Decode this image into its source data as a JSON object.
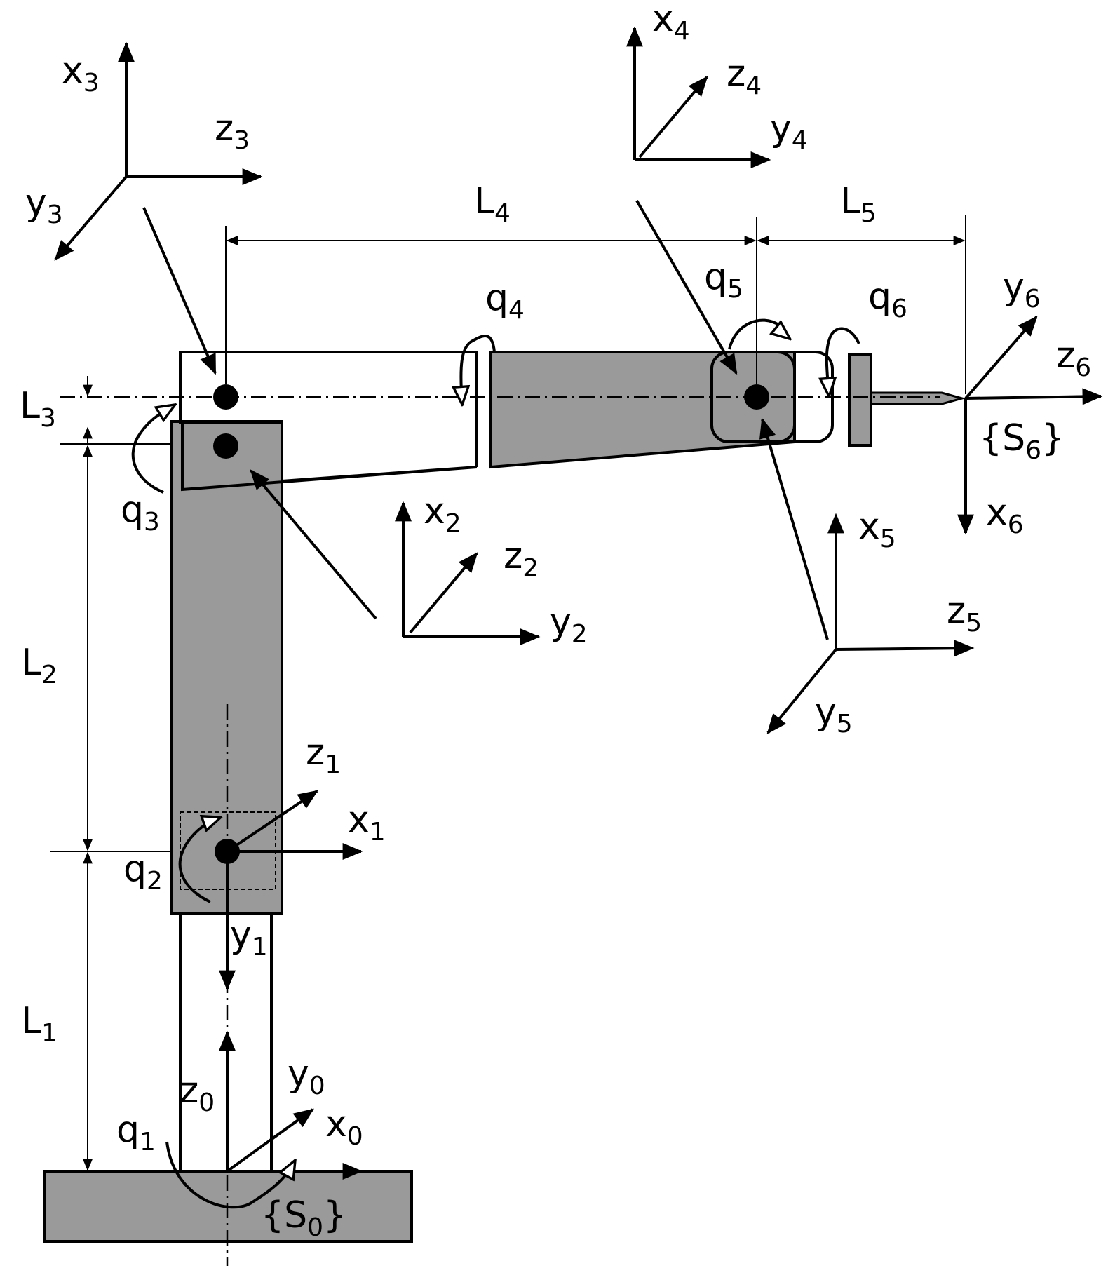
{
  "labels": {
    "x0": {
      "base": "x",
      "sub": "0"
    },
    "y0": {
      "base": "y",
      "sub": "0"
    },
    "z0": {
      "base": "z",
      "sub": "0"
    },
    "x1": {
      "base": "x",
      "sub": "1"
    },
    "y1": {
      "base": "y",
      "sub": "1"
    },
    "z1": {
      "base": "z",
      "sub": "1"
    },
    "x2": {
      "base": "x",
      "sub": "2"
    },
    "y2": {
      "base": "y",
      "sub": "2"
    },
    "z2": {
      "base": "z",
      "sub": "2"
    },
    "x3": {
      "base": "x",
      "sub": "3"
    },
    "y3": {
      "base": "y",
      "sub": "3"
    },
    "z3": {
      "base": "z",
      "sub": "3"
    },
    "x4": {
      "base": "x",
      "sub": "4"
    },
    "y4": {
      "base": "y",
      "sub": "4"
    },
    "z4": {
      "base": "z",
      "sub": "4"
    },
    "x5": {
      "base": "x",
      "sub": "5"
    },
    "y5": {
      "base": "y",
      "sub": "5"
    },
    "z5": {
      "base": "z",
      "sub": "5"
    },
    "x6": {
      "base": "x",
      "sub": "6"
    },
    "y6": {
      "base": "y",
      "sub": "6"
    },
    "z6": {
      "base": "z",
      "sub": "6"
    },
    "q1": {
      "base": "q",
      "sub": "1"
    },
    "q2": {
      "base": "q",
      "sub": "2"
    },
    "q3": {
      "base": "q",
      "sub": "3"
    },
    "q4": {
      "base": "q",
      "sub": "4"
    },
    "q5": {
      "base": "q",
      "sub": "5"
    },
    "q6": {
      "base": "q",
      "sub": "6"
    },
    "L1": {
      "base": "L",
      "sub": "1"
    },
    "L2": {
      "base": "L",
      "sub": "2"
    },
    "L3": {
      "base": "L",
      "sub": "3"
    },
    "L4": {
      "base": "L",
      "sub": "4"
    },
    "L5": {
      "base": "L",
      "sub": "5"
    },
    "S0": {
      "open": "{S",
      "sub": "0",
      "close": "}"
    },
    "S6": {
      "open": "{S",
      "sub": "6",
      "close": "}"
    }
  }
}
